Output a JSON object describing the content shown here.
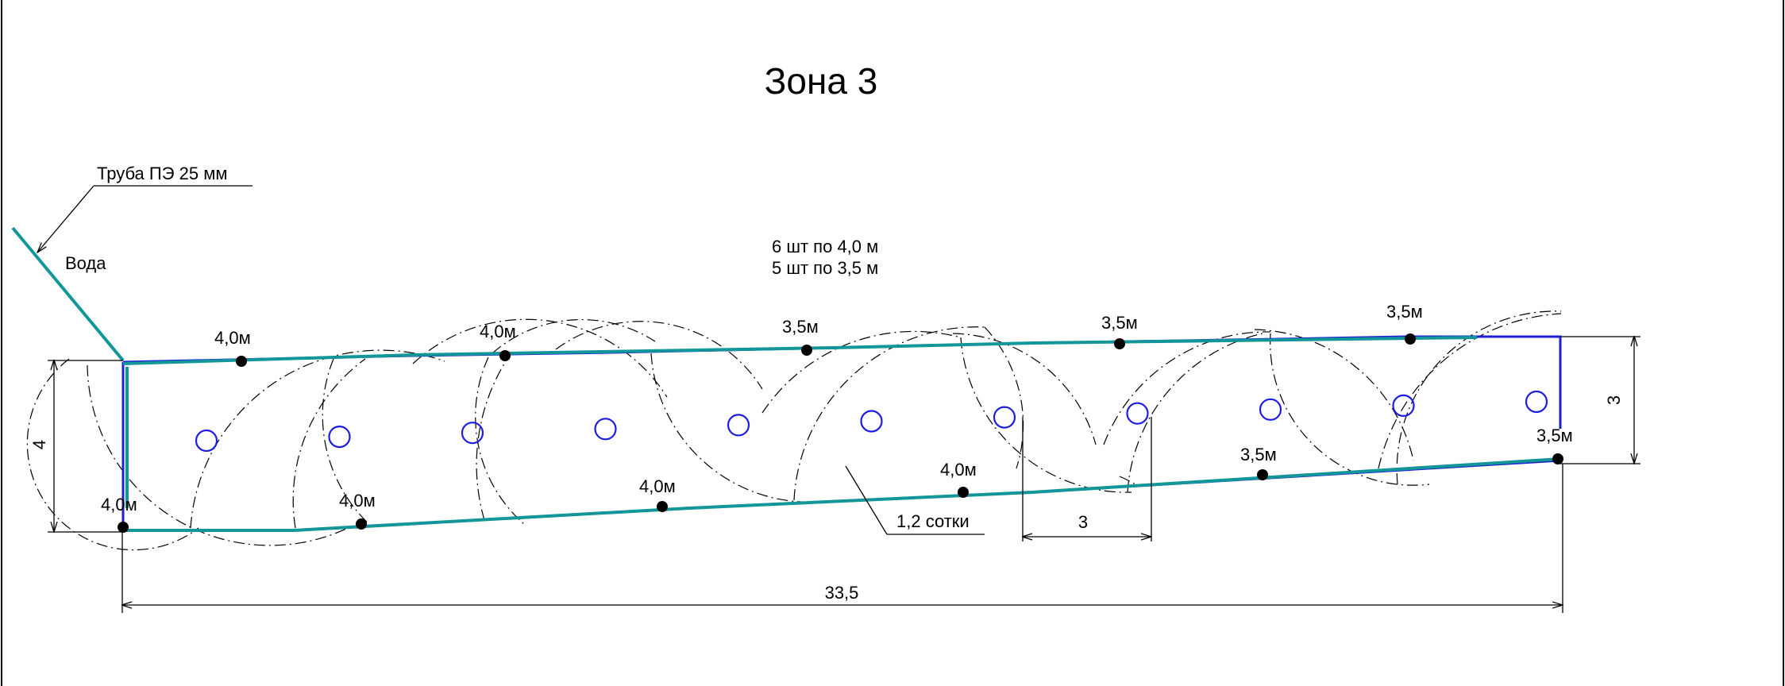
{
  "title": "Зона 3",
  "pipe_label": "Труба ПЭ 25 мм",
  "water_label": "Вода",
  "summary": [
    "6 шт по 4,0 м",
    "5 шт по 3,5 м"
  ],
  "area_label": "1,2 сотки",
  "sprinkler_labels": {
    "top": [
      "4,0м",
      "4,0м",
      "3,5м",
      "3,5м",
      "3,5м"
    ],
    "bottom": [
      "4,0м",
      "4,0м",
      "4,0м",
      "4,0м",
      "3,5м",
      "3,5м"
    ]
  },
  "dimensions": {
    "length": "33,5",
    "left_width": "4",
    "right_width": "3",
    "ring_spacing": "3"
  },
  "ring_count": 11,
  "colors": {
    "pipe_blue": "#1e1ed2",
    "pipe_teal": "#12969a",
    "ring": "#1e1ee0"
  }
}
